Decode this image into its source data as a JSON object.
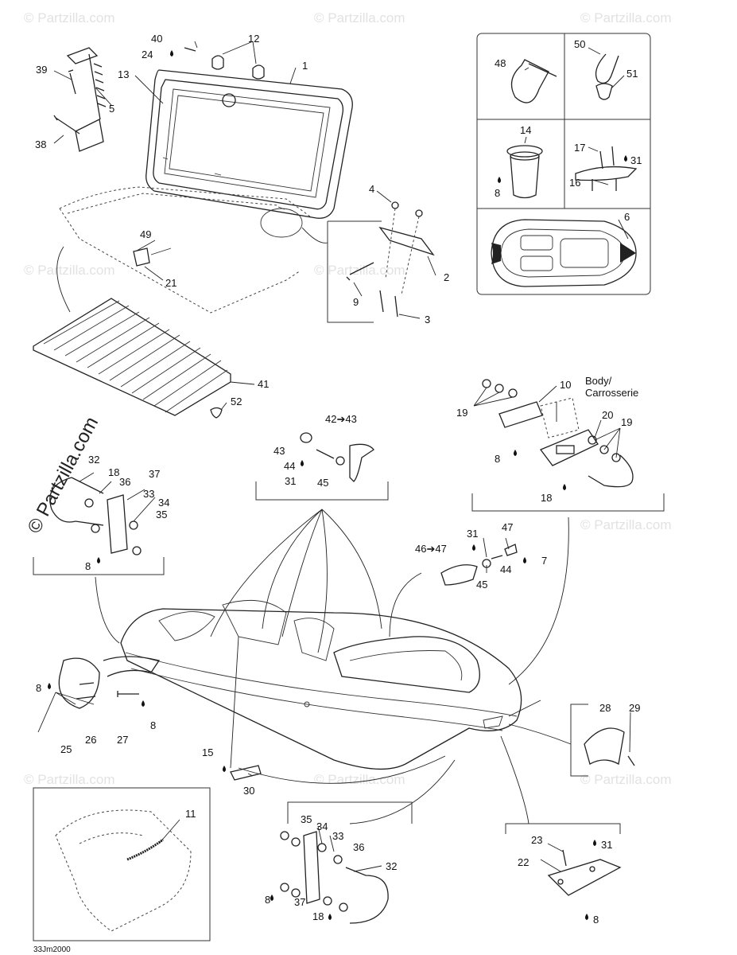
{
  "diagram": {
    "code": "33Jm2000",
    "body_label_line1": "Body/",
    "body_label_line2": "Carrosserie",
    "watermark": "Partzilla.com",
    "watermark_text": "© Partzilla.com"
  },
  "callouts": {
    "c1": "1",
    "c2": "2",
    "c3": "3",
    "c4": "4",
    "c5": "5",
    "c6": "6",
    "c7": "7",
    "c8a": "8",
    "c8b": "8",
    "c8c": "8",
    "c8d": "8",
    "c8e": "8",
    "c8f": "8",
    "c8g": "8",
    "c9": "9",
    "c10": "10",
    "c11": "11",
    "c12": "12",
    "c13": "13",
    "c14": "14",
    "c15": "15",
    "c16": "16",
    "c17": "17",
    "c18a": "18",
    "c18b": "18",
    "c18c": "18",
    "c19a": "19",
    "c19b": "19",
    "c20": "20",
    "c21": "21",
    "c22": "22",
    "c23": "23",
    "c24": "24",
    "c25": "25",
    "c26": "26",
    "c27": "27",
    "c28": "28",
    "c29": "29",
    "c30": "30",
    "c31a": "31",
    "c31b": "31",
    "c31c": "31",
    "c31d": "31",
    "c32a": "32",
    "c32b": "32",
    "c33a": "33",
    "c33b": "33",
    "c34a": "34",
    "c34b": "34",
    "c35a": "35",
    "c35b": "35",
    "c36a": "36",
    "c36b": "36",
    "c37a": "37",
    "c37b": "37",
    "c38": "38",
    "c39": "39",
    "c40": "40",
    "c41": "41",
    "c42_43": "42➔43",
    "c43": "43",
    "c44a": "44",
    "c44b": "44",
    "c45a": "45",
    "c45b": "45",
    "c46_47": "46➔47",
    "c47": "47",
    "c48": "48",
    "c49": "49",
    "c50": "50",
    "c51": "51",
    "c52": "52"
  }
}
